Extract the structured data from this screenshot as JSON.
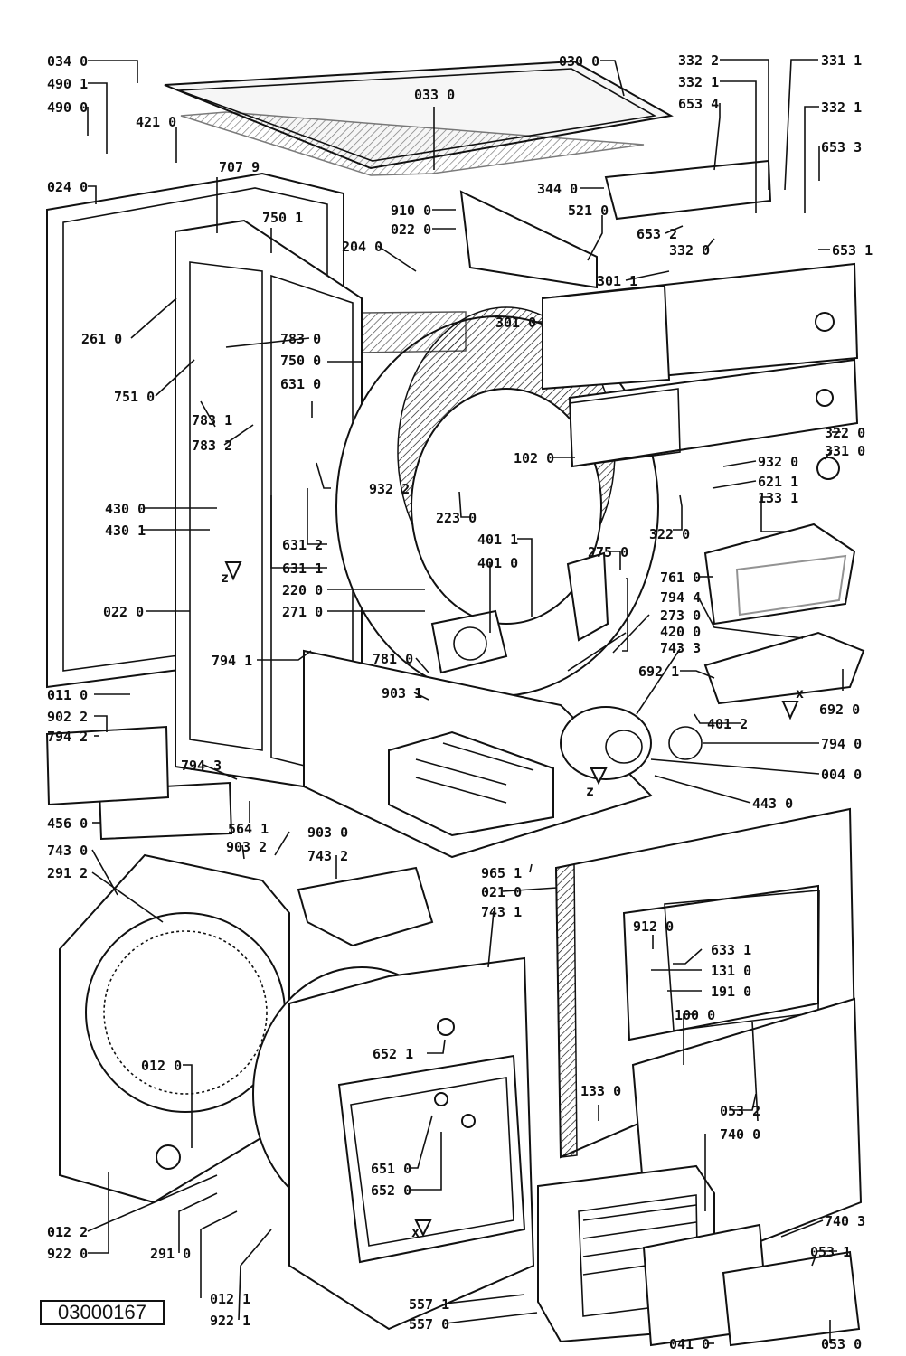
{
  "document_id": "03000167",
  "callouts": [
    {
      "id": "c1",
      "text": "034 0"
    },
    {
      "id": "c2",
      "text": "490 1"
    },
    {
      "id": "c3",
      "text": "490 0"
    },
    {
      "id": "c4",
      "text": "421 0"
    },
    {
      "id": "c5",
      "text": "024 0"
    },
    {
      "id": "c6",
      "text": "707 9"
    },
    {
      "id": "c7",
      "text": "030 0"
    },
    {
      "id": "c8",
      "text": "033 0"
    },
    {
      "id": "c9",
      "text": "332 2"
    },
    {
      "id": "c10",
      "text": "331 1"
    },
    {
      "id": "c11",
      "text": "332 1"
    },
    {
      "id": "c12",
      "text": "653 4"
    },
    {
      "id": "c13",
      "text": "332 1"
    },
    {
      "id": "c14",
      "text": "653 3"
    },
    {
      "id": "c15",
      "text": "344 0"
    },
    {
      "id": "c16",
      "text": "910 0"
    },
    {
      "id": "c17",
      "text": "022 0"
    },
    {
      "id": "c18",
      "text": "521 0"
    },
    {
      "id": "c19",
      "text": "653 2"
    },
    {
      "id": "c20",
      "text": "332 0"
    },
    {
      "id": "c21",
      "text": "653 1"
    },
    {
      "id": "c22",
      "text": "750 1"
    },
    {
      "id": "c23",
      "text": "204 0"
    },
    {
      "id": "c24",
      "text": "301 1"
    },
    {
      "id": "c25",
      "text": "261 0"
    },
    {
      "id": "c26",
      "text": "783 0"
    },
    {
      "id": "c27",
      "text": "750 0"
    },
    {
      "id": "c28",
      "text": "301 0"
    },
    {
      "id": "c29",
      "text": "751 0"
    },
    {
      "id": "c30",
      "text": "631 0"
    },
    {
      "id": "c31",
      "text": "783 1"
    },
    {
      "id": "c32",
      "text": "783 2"
    },
    {
      "id": "c33",
      "text": "102 0"
    },
    {
      "id": "c34",
      "text": "322 0"
    },
    {
      "id": "c35",
      "text": "331 0"
    },
    {
      "id": "c36",
      "text": "932 2"
    },
    {
      "id": "c37",
      "text": "932 0"
    },
    {
      "id": "c38",
      "text": "621 1"
    },
    {
      "id": "c39",
      "text": "133 1"
    },
    {
      "id": "c40",
      "text": "430 0"
    },
    {
      "id": "c41",
      "text": "430 1"
    },
    {
      "id": "c42",
      "text": "223 0"
    },
    {
      "id": "c43",
      "text": "322 0"
    },
    {
      "id": "c44",
      "text": "401 1"
    },
    {
      "id": "c45",
      "text": "401 0"
    },
    {
      "id": "c46",
      "text": "275 0"
    },
    {
      "id": "c47",
      "text": "631 2"
    },
    {
      "id": "c48",
      "text": "631 1"
    },
    {
      "id": "c49",
      "text": "220 0"
    },
    {
      "id": "c50",
      "text": "761 0"
    },
    {
      "id": "c51",
      "text": "022 0"
    },
    {
      "id": "c52",
      "text": "271 0"
    },
    {
      "id": "c53",
      "text": "794 4"
    },
    {
      "id": "c54",
      "text": "273 0"
    },
    {
      "id": "c55",
      "text": "420 0"
    },
    {
      "id": "c56",
      "text": "743 3"
    },
    {
      "id": "c57",
      "text": "794 1"
    },
    {
      "id": "c58",
      "text": "781 0"
    },
    {
      "id": "c59",
      "text": "692 1"
    },
    {
      "id": "c60",
      "text": "011 0"
    },
    {
      "id": "c61",
      "text": "903 1"
    },
    {
      "id": "c62",
      "text": "692 0"
    },
    {
      "id": "c63",
      "text": "902 2"
    },
    {
      "id": "c64",
      "text": "794 2"
    },
    {
      "id": "c65",
      "text": "401 2"
    },
    {
      "id": "c66",
      "text": "794 0"
    },
    {
      "id": "c67",
      "text": "794 3"
    },
    {
      "id": "c68",
      "text": "004 0"
    },
    {
      "id": "c69",
      "text": "443 0"
    },
    {
      "id": "c70",
      "text": "456 0"
    },
    {
      "id": "c71",
      "text": "564 1"
    },
    {
      "id": "c72",
      "text": "743 0"
    },
    {
      "id": "c73",
      "text": "903 2"
    },
    {
      "id": "c74",
      "text": "903 0"
    },
    {
      "id": "c75",
      "text": "291 2"
    },
    {
      "id": "c76",
      "text": "743 2"
    },
    {
      "id": "c77",
      "text": "965 1"
    },
    {
      "id": "c78",
      "text": "021 0"
    },
    {
      "id": "c79",
      "text": "743 1"
    },
    {
      "id": "c80",
      "text": "912 0"
    },
    {
      "id": "c81",
      "text": "633 1"
    },
    {
      "id": "c82",
      "text": "131 0"
    },
    {
      "id": "c83",
      "text": "191 0"
    },
    {
      "id": "c84",
      "text": "100 0"
    },
    {
      "id": "c85",
      "text": "012 0"
    },
    {
      "id": "c86",
      "text": "652 1"
    },
    {
      "id": "c87",
      "text": "133 0"
    },
    {
      "id": "c88",
      "text": "053 2"
    },
    {
      "id": "c89",
      "text": "740 0"
    },
    {
      "id": "c90",
      "text": "651 0"
    },
    {
      "id": "c91",
      "text": "652 0"
    },
    {
      "id": "c92",
      "text": "012 2"
    },
    {
      "id": "c93",
      "text": "922 0"
    },
    {
      "id": "c94",
      "text": "291 0"
    },
    {
      "id": "c95",
      "text": "012 1"
    },
    {
      "id": "c96",
      "text": "922 1"
    },
    {
      "id": "c97",
      "text": "557 1"
    },
    {
      "id": "c98",
      "text": "557 0"
    },
    {
      "id": "c99",
      "text": "740 3"
    },
    {
      "id": "c100",
      "text": "053 1"
    },
    {
      "id": "c101",
      "text": "041 0"
    },
    {
      "id": "c102",
      "text": "053 0"
    }
  ],
  "axis_marks": {
    "z": "z",
    "x": "x"
  }
}
